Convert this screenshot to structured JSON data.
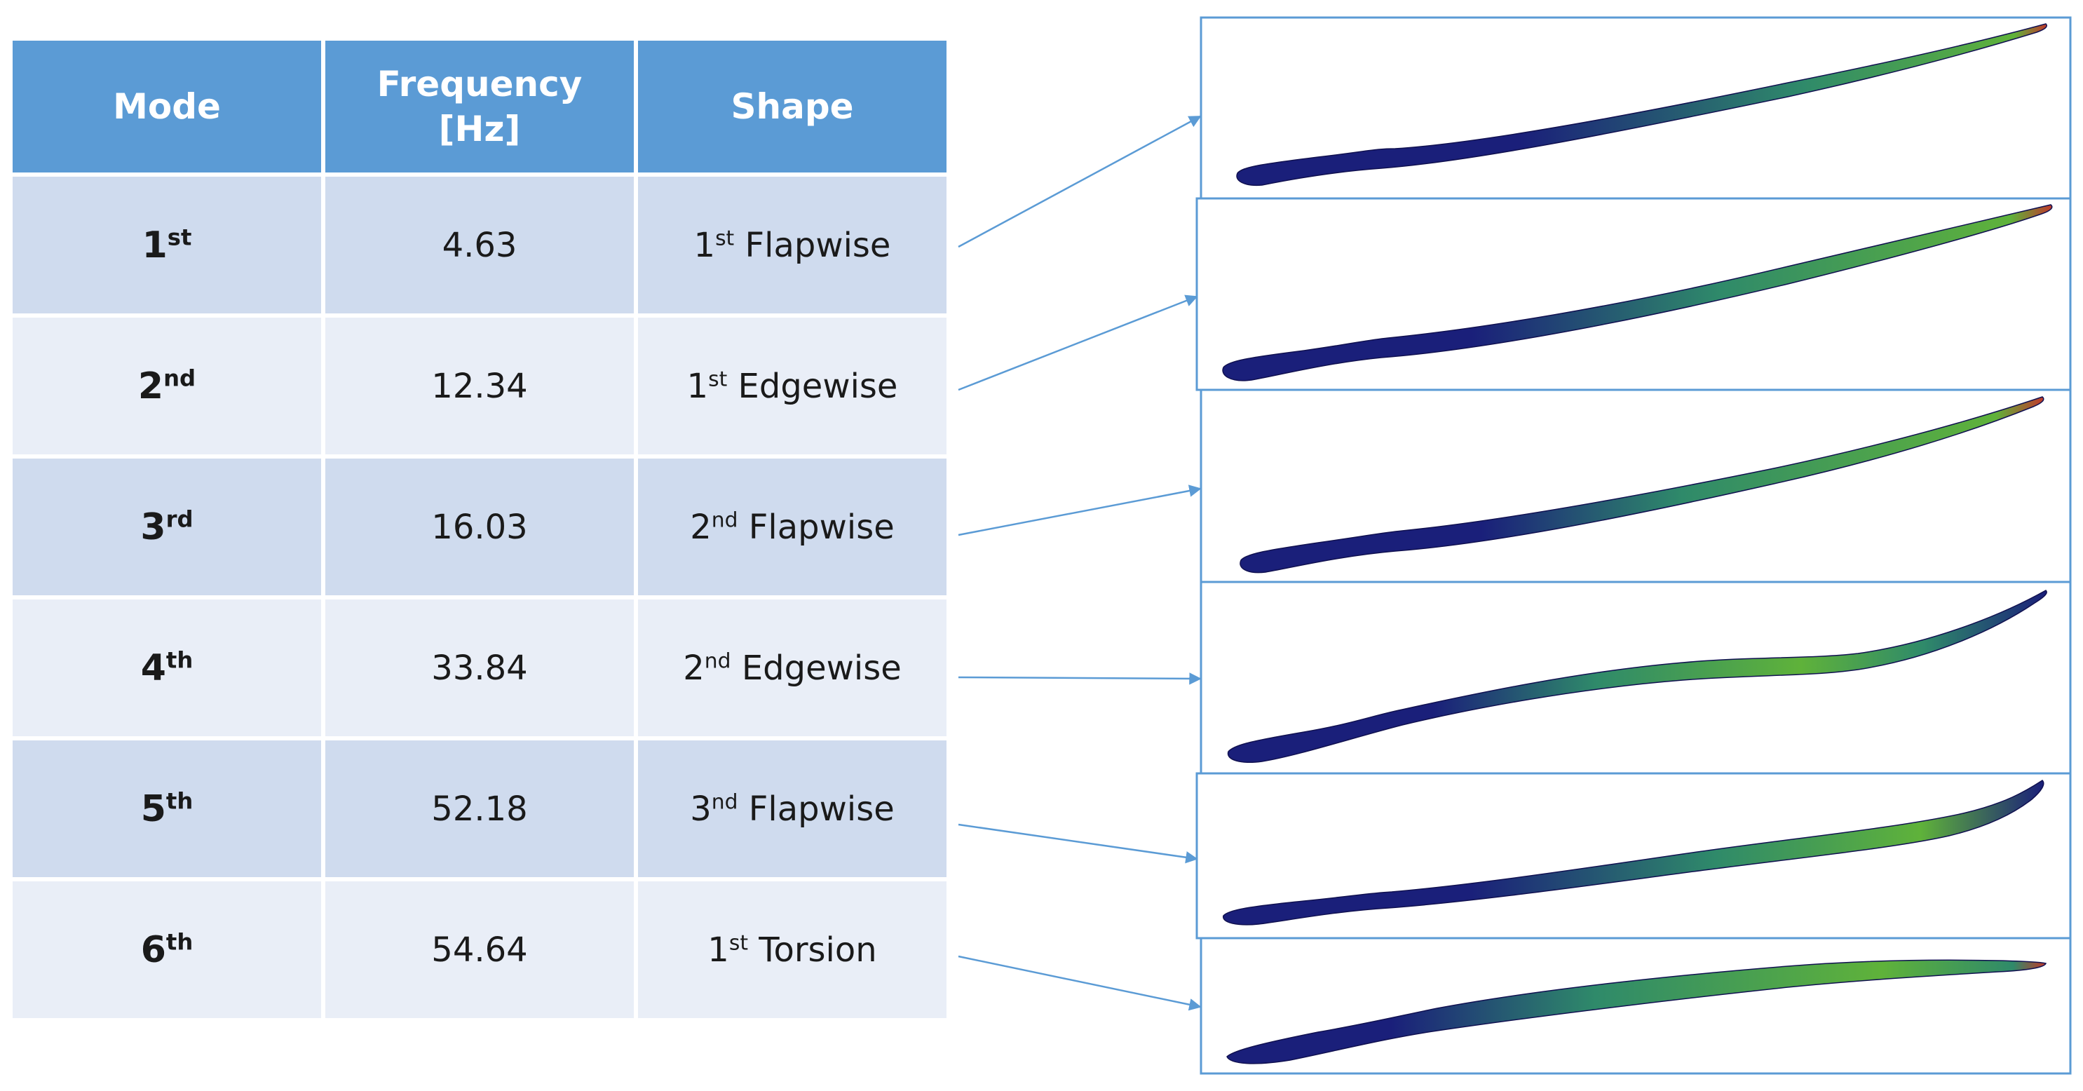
{
  "table": {
    "headers": {
      "mode": "Mode",
      "frequency_line1": "Frequency",
      "frequency_line2": "[Hz]",
      "shape": "Shape"
    },
    "rows": [
      {
        "mode_num": "1",
        "mode_sup": "st",
        "frequency": "4.63",
        "shape_num": "1",
        "shape_sup": "st",
        "shape_name": "Flapwise"
      },
      {
        "mode_num": "2",
        "mode_sup": "nd",
        "frequency": "12.34",
        "shape_num": "1",
        "shape_sup": "st",
        "shape_name": "Edgewise"
      },
      {
        "mode_num": "3",
        "mode_sup": "rd",
        "frequency": "16.03",
        "shape_num": "2",
        "shape_sup": "nd",
        "shape_name": "Flapwise"
      },
      {
        "mode_num": "4",
        "mode_sup": "th",
        "frequency": "33.84",
        "shape_num": "2",
        "shape_sup": "nd",
        "shape_name": "Edgewise"
      },
      {
        "mode_num": "5",
        "mode_sup": "th",
        "frequency": "52.18",
        "shape_num": "3",
        "shape_sup": "nd",
        "shape_name": "Flapwise"
      },
      {
        "mode_num": "6",
        "mode_sup": "th",
        "frequency": "54.64",
        "shape_num": "1",
        "shape_sup": "st",
        "shape_name": "Torsion"
      }
    ]
  },
  "colors": {
    "header_bg": "#5b9bd5",
    "row_dark": "#cfdbee",
    "row_light": "#e9eef7",
    "arrow": "#5b9bd5",
    "panel_border": "#5b9bd5",
    "blade_root": "#1a1f7a",
    "blade_mid": "#2f8a6a",
    "blade_tip_green": "#5fb23a",
    "blade_tip_red": "#c0392b"
  }
}
